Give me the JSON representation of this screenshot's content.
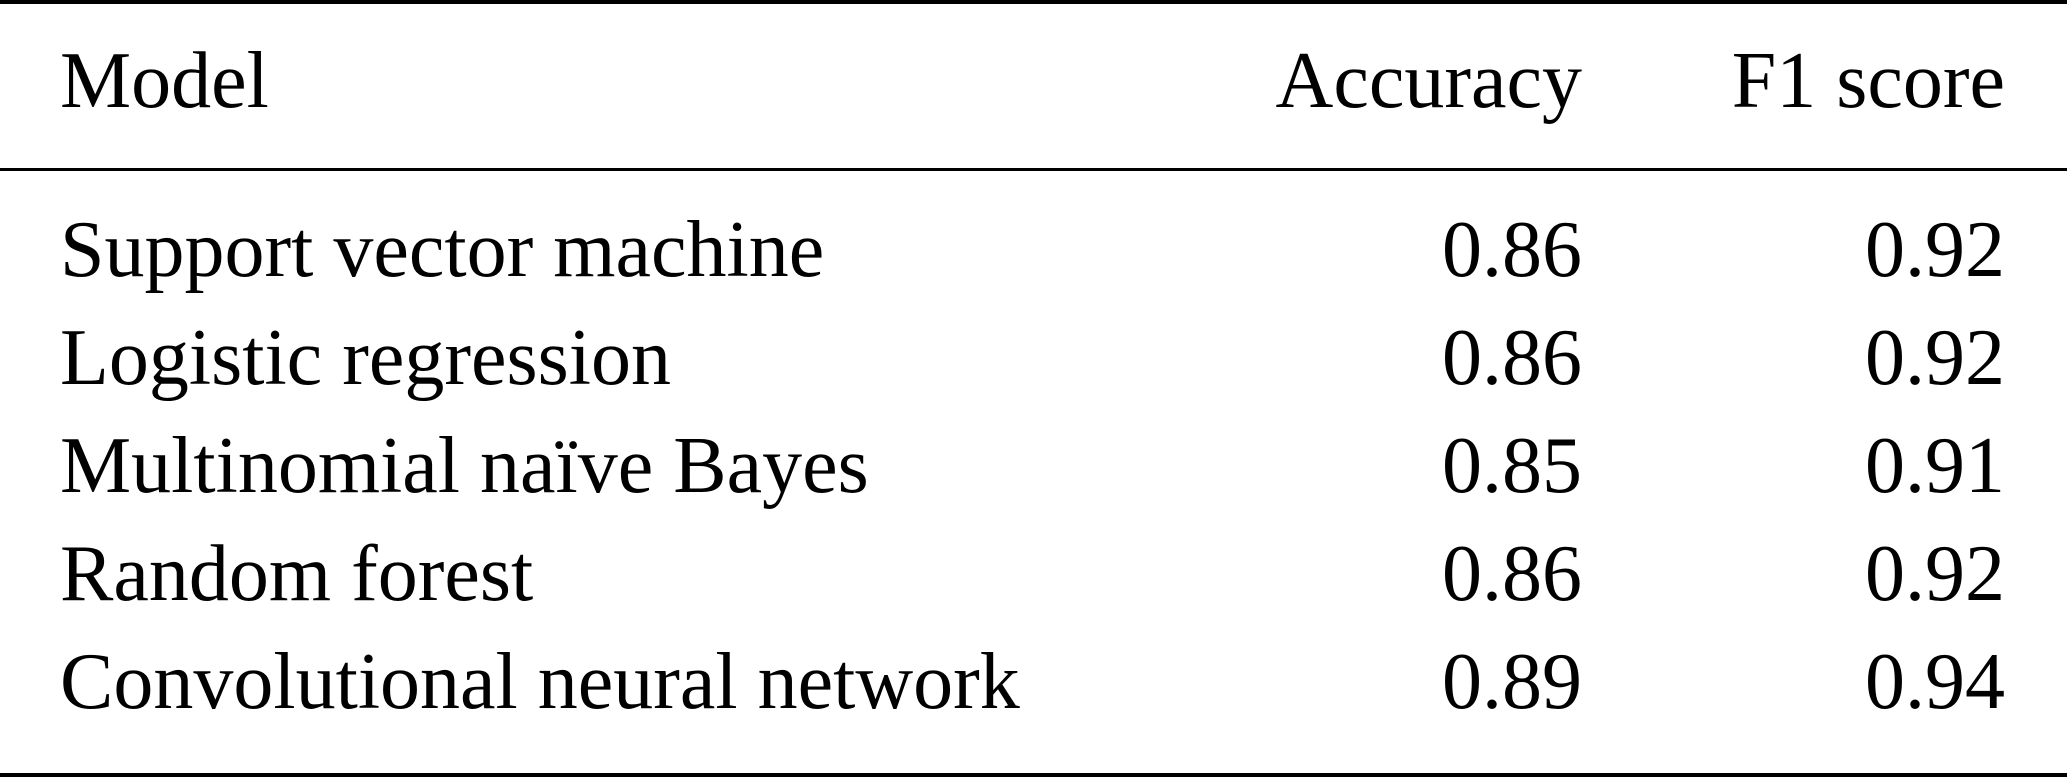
{
  "table": {
    "columns": [
      "Model",
      "Accuracy",
      "F1 score"
    ],
    "rows": [
      {
        "model": "Support vector machine",
        "accuracy": "0.86",
        "f1": "0.92"
      },
      {
        "model": "Logistic regression",
        "accuracy": "0.86",
        "f1": "0.92"
      },
      {
        "model": "Multinomial naïve Bayes",
        "accuracy": "0.85",
        "f1": "0.91"
      },
      {
        "model": "Random forest",
        "accuracy": "0.86",
        "f1": "0.92"
      },
      {
        "model": "Convolutional neural network",
        "accuracy": "0.89",
        "f1": "0.94"
      }
    ]
  }
}
